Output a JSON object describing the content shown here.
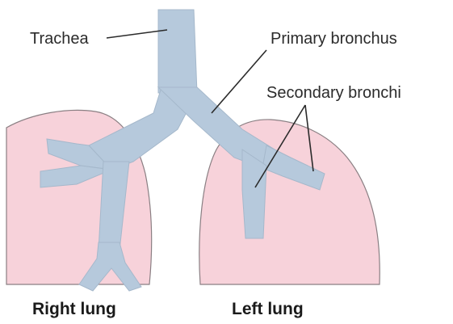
{
  "labels": {
    "trachea": "Trachea",
    "primary_bronchus": "Primary bronchus",
    "secondary_bronchi": "Secondary bronchi",
    "right_lung": "Right lung",
    "left_lung": "Left lung"
  },
  "colors": {
    "lung_fill": "#f7d2da",
    "airway_fill": "#b6c9dc",
    "background": "#ffffff",
    "text": "#2b2b2b"
  }
}
